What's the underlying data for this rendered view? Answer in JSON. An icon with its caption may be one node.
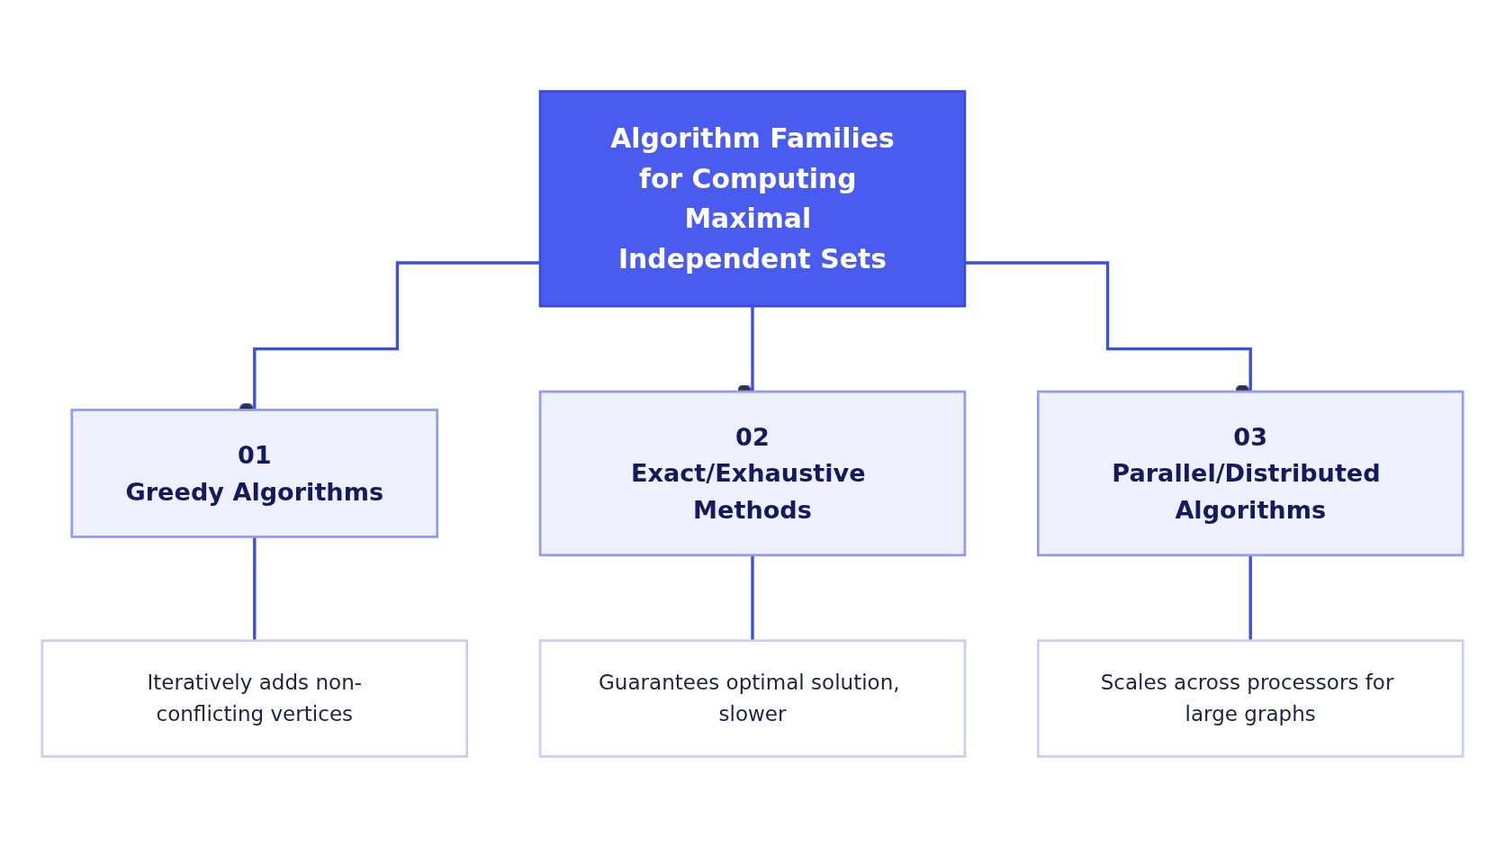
{
  "diagram": {
    "nodes": [
      {
        "text": [
          "Algorithm Families",
          "for Computing Maximal Independent Sets"
        ]
      },
      {
        "text": [
          "01",
          "Greedy Algorithms"
        ]
      },
      {
        "text": [
          "02",
          "Exact/Exhaustive Methods"
        ]
      },
      {
        "text": [
          "03",
          "Parallel/Distributed Algorithms"
        ]
      },
      {
        "text": [
          "Iteratively adds non-conflicting vertices"
        ]
      },
      {
        "text": [
          "Guarantees optimal solution, slower"
        ]
      },
      {
        "text": [
          "Scales across processors for large graphs"
        ]
      }
    ],
    "edges": [
      {
        "from": 0,
        "to": 1,
        "arrow": "other"
      },
      {
        "from": 0,
        "to": 2,
        "arrow": "other"
      },
      {
        "from": 0,
        "to": 3,
        "arrow": "other"
      },
      {
        "from": 1,
        "to": 4,
        "arrow": "none"
      },
      {
        "from": 2,
        "to": 5,
        "arrow": "none"
      },
      {
        "from": 3,
        "to": 6,
        "arrow": "none"
      }
    ]
  }
}
